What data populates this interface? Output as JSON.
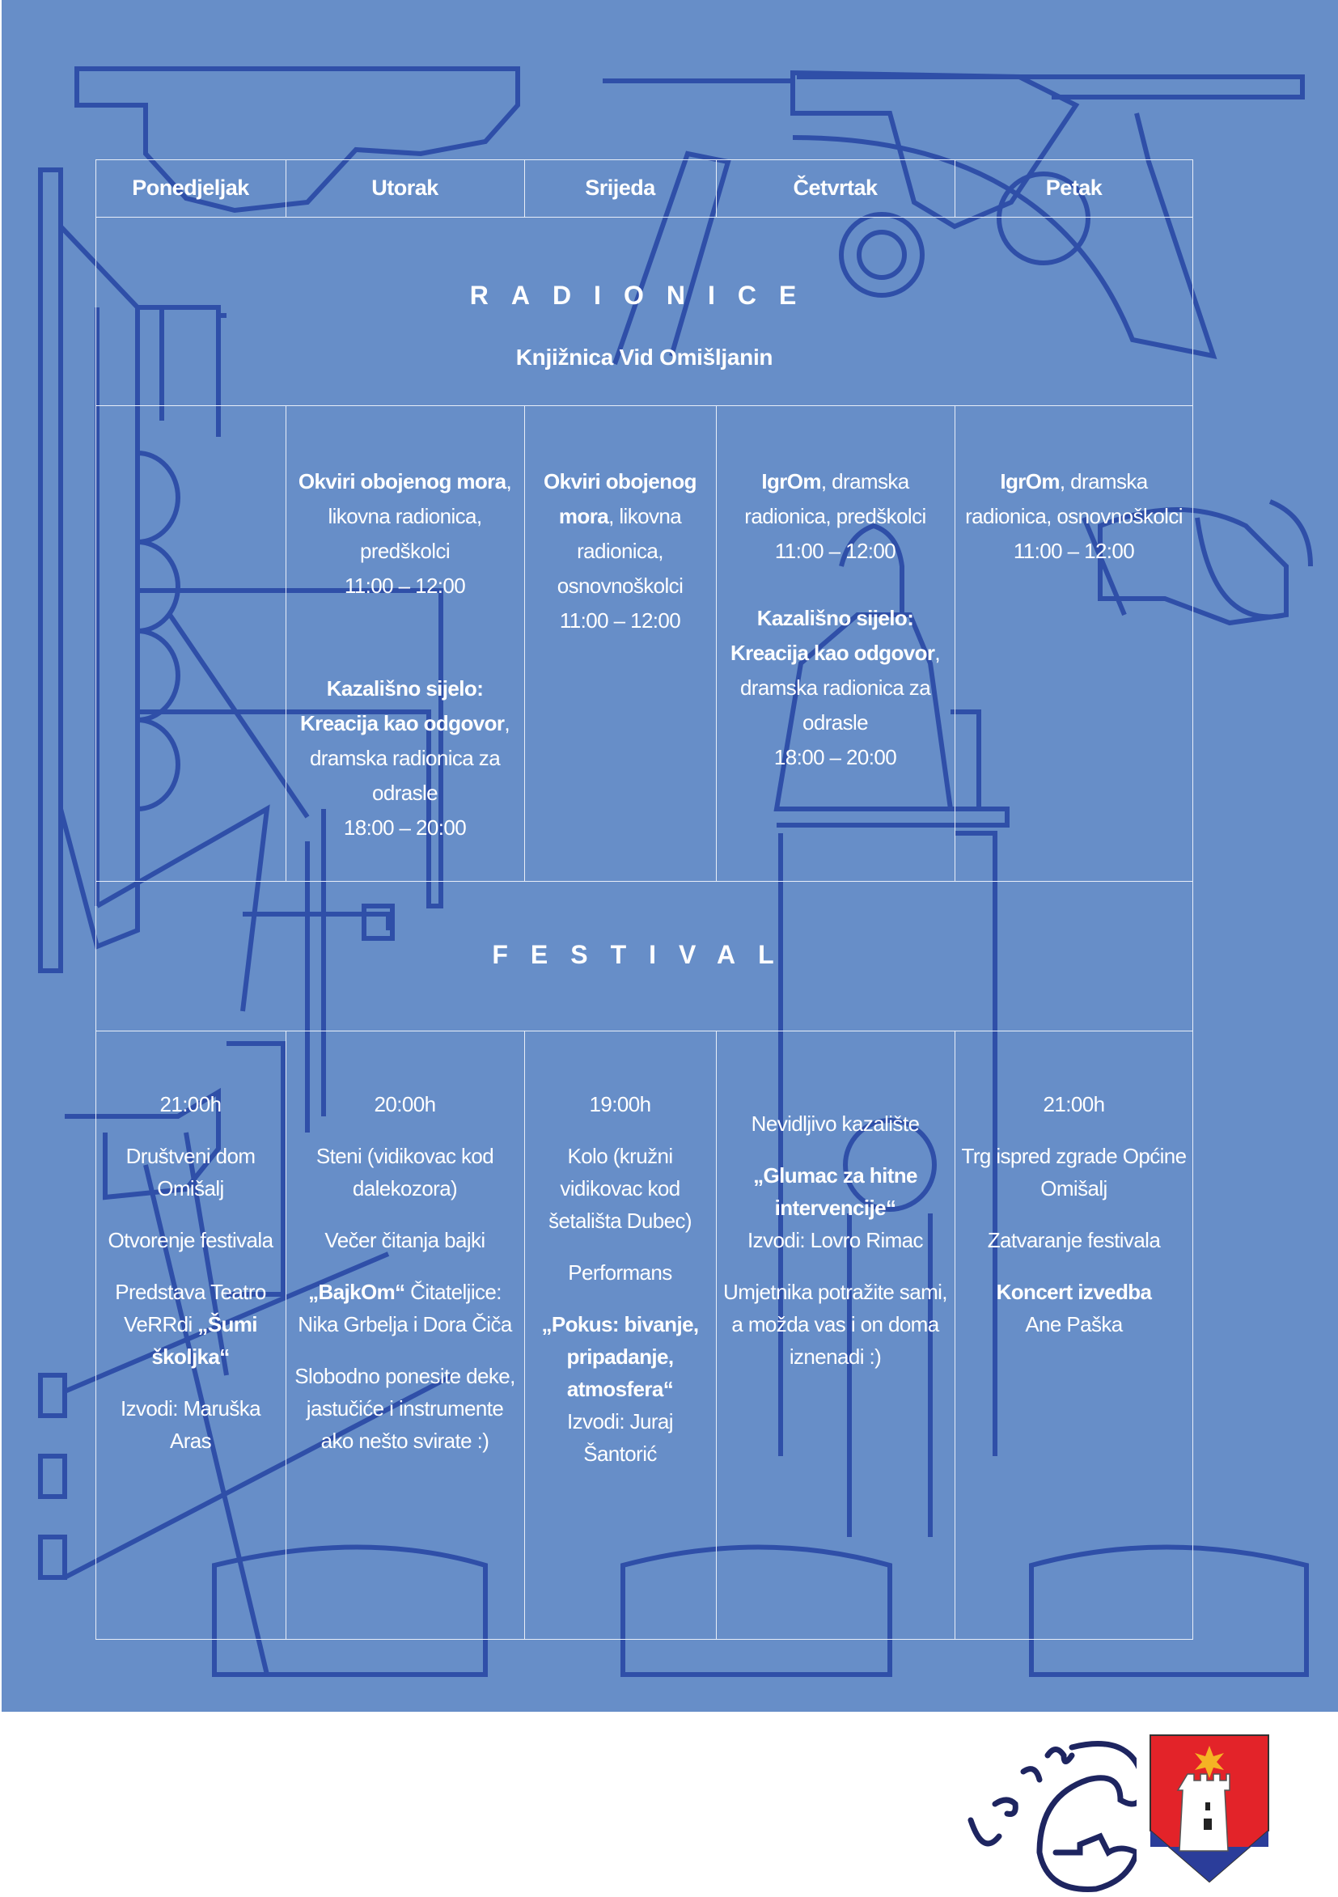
{
  "days": [
    "Ponedjeljak",
    "Utorak",
    "Srijeda",
    "Četvrtak",
    "Petak"
  ],
  "radionice": {
    "title": "RADIONICE",
    "venue": "Knjižnica Vid Omišljanin",
    "cells": [
      [],
      [
        [
          {
            "t": "Okviri obojenog mora",
            "b": true
          },
          {
            "t": ", likovna radionica, predškolci",
            "b": false
          },
          {
            "t": "\n11:00 – 12:00",
            "b": false
          }
        ],
        [
          {
            "t": "Kazališno sijelo: Kreacija kao odgovor",
            "b": true
          },
          {
            "t": ", dramska radionica za odrasle",
            "b": false
          },
          {
            "t": "\n18:00 – 20:00",
            "b": false
          }
        ]
      ],
      [
        [
          {
            "t": "Okviri obojenog mora",
            "b": true
          },
          {
            "t": ", likovna radionica, osnovnoškolci",
            "b": false
          },
          {
            "t": "\n11:00 – 12:00",
            "b": false
          }
        ]
      ],
      [
        [
          {
            "t": "IgrOm",
            "b": true
          },
          {
            "t": ", dramska radionica, predškolci",
            "b": false
          },
          {
            "t": "\n11:00 – 12:00",
            "b": false
          }
        ],
        [
          {
            "t": "Kazališno sijelo: Kreacija kao odgovor",
            "b": true
          },
          {
            "t": ", dramska radionica za odrasle",
            "b": false
          },
          {
            "t": "\n18:00 – 20:00",
            "b": false
          }
        ]
      ],
      [
        [
          {
            "t": "IgrOm",
            "b": true
          },
          {
            "t": ", dramska radionica, osnovnoškolci",
            "b": false
          },
          {
            "t": "\n11:00 – 12:00",
            "b": false
          }
        ]
      ]
    ]
  },
  "festival": {
    "title": "FESTIVAL",
    "cells": [
      [
        [
          {
            "t": "21:00h",
            "b": false
          }
        ],
        [
          {
            "t": "Društveni dom Omišalj",
            "b": false
          }
        ],
        [
          {
            "t": "Otvorenje festivala",
            "b": false
          }
        ],
        [
          {
            "t": "Predstava Teatro VeRRdi ",
            "b": false
          },
          {
            "t": "„Šumi školjka“",
            "b": true
          }
        ],
        [
          {
            "t": "Izvodi: Maruška Aras",
            "b": false
          }
        ]
      ],
      [
        [
          {
            "t": "20:00h",
            "b": false
          }
        ],
        [
          {
            "t": "Steni (vidikovac kod dalekozora)",
            "b": false
          }
        ],
        [
          {
            "t": "Večer čitanja bajki",
            "b": false
          }
        ],
        [
          {
            "t": "„BajkOm“",
            "b": true
          },
          {
            "t": " Čitateljice: Nika Grbelja i Dora Čiča",
            "b": false
          }
        ],
        [
          {
            "t": "Slobodno ponesite deke, jastučiće i instrumente ako nešto svirate :)",
            "b": false
          }
        ]
      ],
      [
        [
          {
            "t": "19:00h",
            "b": false
          }
        ],
        [
          {
            "t": "Kolo (kružni vidikovac kod šetališta Dubec)",
            "b": false
          }
        ],
        [
          {
            "t": "Performans",
            "b": false
          }
        ],
        [
          {
            "t": "„Pokus: bivanje, pripadanje, atmosfera“",
            "b": true
          },
          {
            "t": "\nIzvodi: Juraj Šantorić",
            "b": false
          }
        ]
      ],
      [
        [
          {
            "t": " ",
            "b": false
          }
        ],
        [
          {
            "t": "Nevidljivo kazalište",
            "b": false
          }
        ],
        [
          {
            "t": "„Glumac za hitne intervencije“",
            "b": true
          },
          {
            "t": "\nIzvodi: Lovro Rimac",
            "b": false
          }
        ],
        [
          {
            "t": "Umjetnika potražite sami, a možda vas i on doma iznenadi :)",
            "b": false
          }
        ]
      ],
      [
        [
          {
            "t": "21:00h",
            "b": false
          }
        ],
        [
          {
            "t": "Trg ispred zgrade Općine Omišalj",
            "b": false
          }
        ],
        [
          {
            "t": "Zatvaranje festivala",
            "b": false
          }
        ],
        [
          {
            "t": "Koncert izvedba",
            "b": true
          },
          {
            "t": "\nAne Paška",
            "b": false
          }
        ]
      ]
    ]
  },
  "logos": {
    "uvalom": "Uvalom"
  },
  "colors": {
    "background": "#678ec8",
    "drawing": "#2f4fa8",
    "grid": "#e8eef8",
    "shield_red": "#e32329",
    "shield_blue": "#2b3d9a",
    "star": "#f5b324"
  }
}
